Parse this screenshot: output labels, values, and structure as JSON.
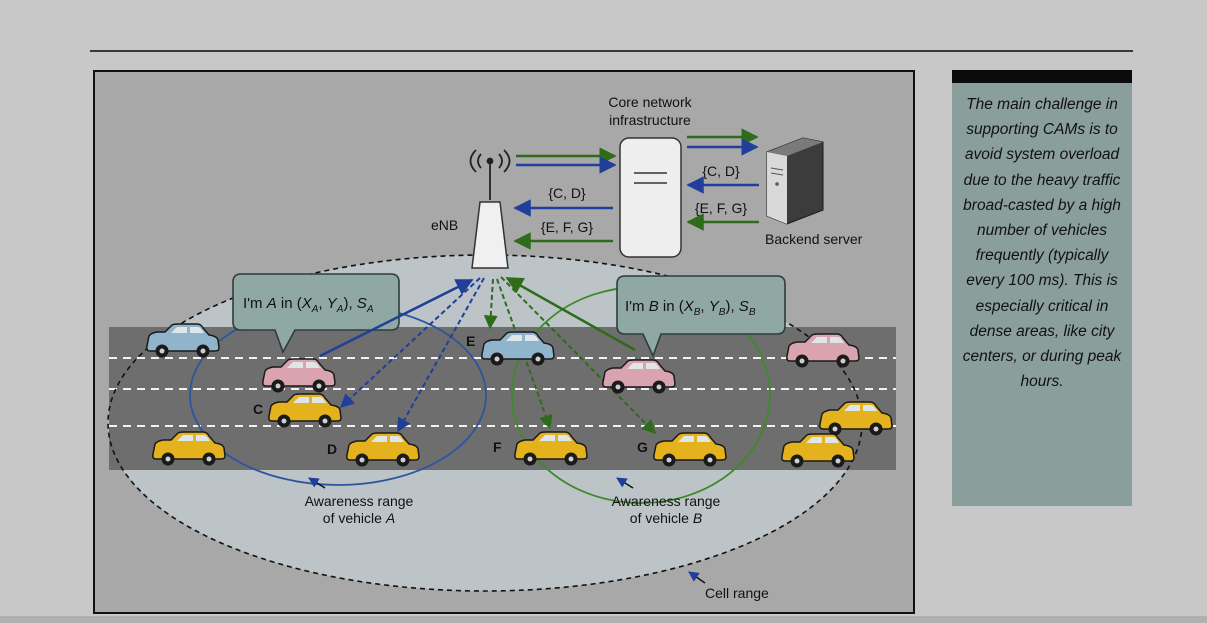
{
  "diagram": {
    "core_label_1": "Core network",
    "core_label_2": "infrastructure",
    "enb_label": "eNB",
    "backend_label": "Backend server",
    "set_cd": "{C, D}",
    "set_efg": "{E, F, G}",
    "bubble_a": {
      "prefix": "I'm ",
      "name": "A",
      "mid": " in (",
      "x": "X",
      "xsub": "A",
      "comma": ", ",
      "y": "Y",
      "ysub": "A",
      "close": "), ",
      "s": "S",
      "ssub": "A"
    },
    "bubble_b": {
      "prefix": "I'm ",
      "name": "B",
      "mid": " in (",
      "x": "X",
      "xsub": "B",
      "comma": ", ",
      "y": "Y",
      "ysub": "B",
      "close": "), ",
      "s": "S",
      "ssub": "B"
    },
    "vehicle_labels": {
      "c": "C",
      "d": "D",
      "e": "E",
      "f": "F",
      "g": "G"
    },
    "awareness_a_1": "Awareness range",
    "awareness_a_2": "of vehicle ",
    "awareness_a_name": "A",
    "awareness_b_1": "Awareness range",
    "awareness_b_2": "of vehicle ",
    "awareness_b_name": "B",
    "cell_range": "Cell range",
    "colors": {
      "blue_arrow": "#1f3f9a",
      "green_arrow": "#2e6b1a",
      "car_yellow": "#e3b21d",
      "car_pink": "#d9a3b0",
      "car_blue": "#8fb4cc",
      "bubble_fill": "#8fa8a3",
      "road": "#6e6e6e"
    }
  },
  "sidebar": {
    "text": "The main challenge in supporting CAMs is to avoid system overload due to the heavy traffic broad-casted by a high number of vehicles frequently (typically every 100 ms). This is especially critical in dense areas, like city centers, or during peak hours."
  }
}
